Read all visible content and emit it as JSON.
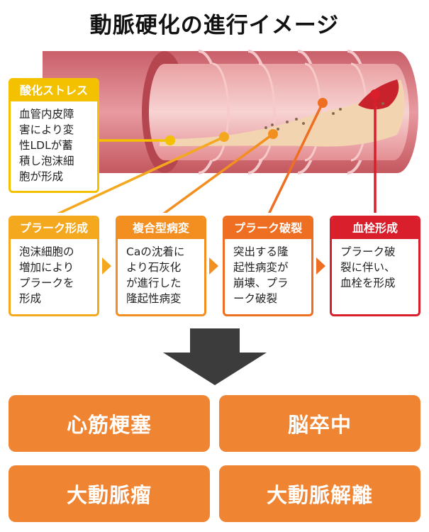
{
  "title": "動脈硬化の進行イメージ",
  "stages": {
    "oxidative": {
      "title": "酸化ストレス",
      "lines": [
        "血管内皮障",
        "害により変",
        "性LDLが蓄",
        "積し泡沫細",
        "胞が形成"
      ]
    },
    "plaque": {
      "title": "プラーク形成",
      "lines": [
        "泡沫細胞の",
        "増加により",
        "プラークを",
        "形成"
      ]
    },
    "complex": {
      "title": "複合型病変",
      "lines": [
        "Caの沈着に",
        "より石灰化",
        "が進行した",
        "隆起性病変"
      ]
    },
    "rupture": {
      "title": "プラーク破裂",
      "lines": [
        "突出する隆",
        "起性病変が",
        "崩壊、プラ",
        "ーク破裂"
      ]
    },
    "thrombus": {
      "title": "血栓形成",
      "lines": [
        "プラーク破",
        "裂に伴い、",
        "血栓を形成"
      ]
    }
  },
  "diseases": {
    "mi": "心筋梗塞",
    "stroke": "脳卒中",
    "aneurysm": "大動脈瘤",
    "dissection": "大動脈解離"
  },
  "colors": {
    "oxidative": "#f3c100",
    "plaque": "#f4a81e",
    "complex": "#f28f20",
    "rupture": "#ee6f22",
    "thrombus": "#d91e2c",
    "disease_box": "#ef8433",
    "arrow": "#3c3c3c"
  }
}
